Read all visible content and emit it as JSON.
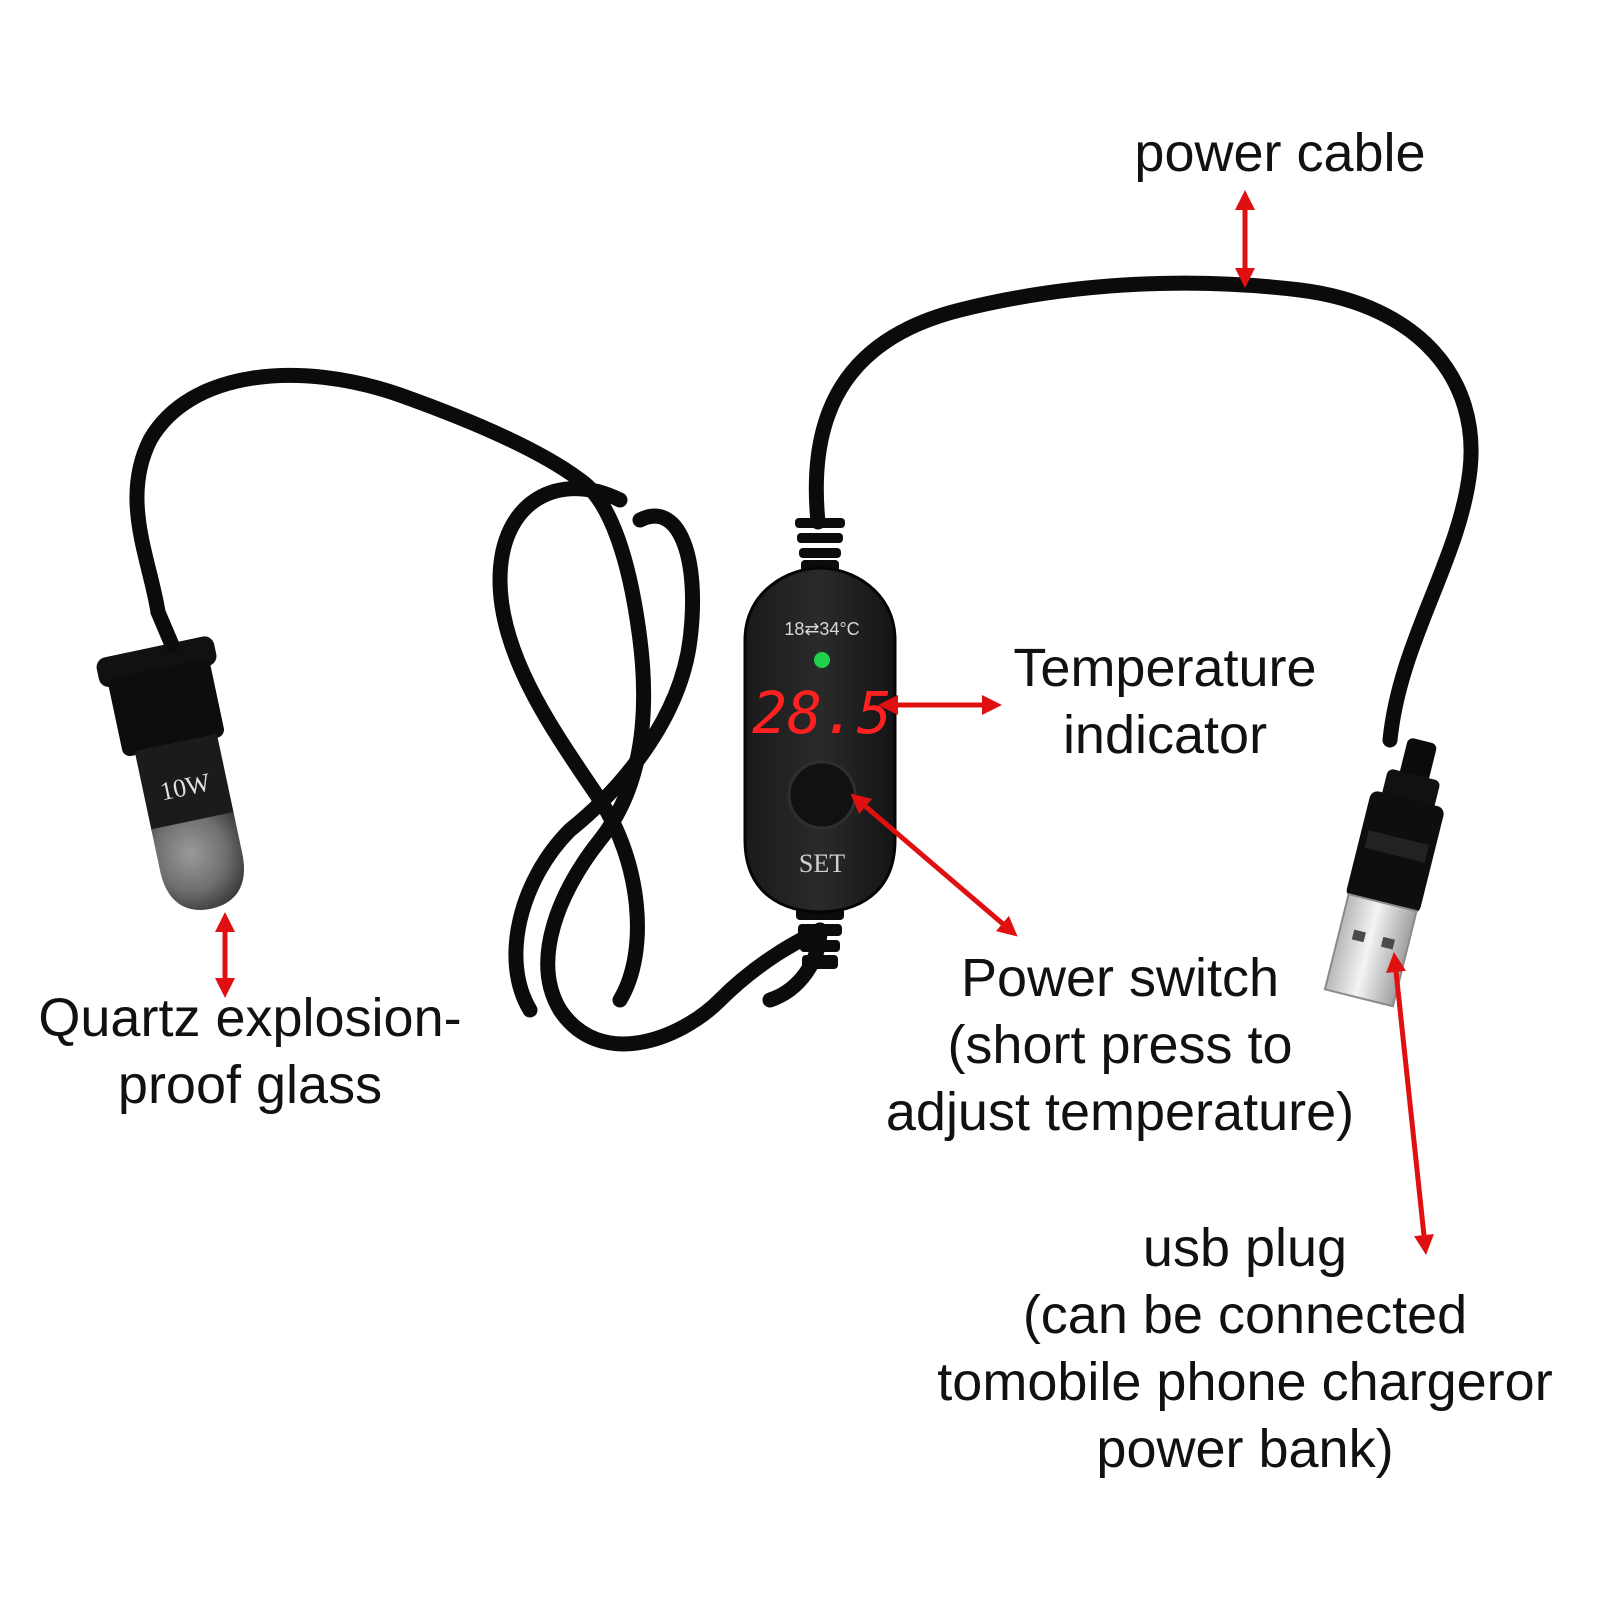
{
  "labels": {
    "power_cable": [
      "power cable"
    ],
    "temperature_indicator": [
      "Temperature",
      "indicator"
    ],
    "quartz_glass": [
      "Quartz explosion-",
      "proof glass"
    ],
    "power_switch": [
      "Power switch",
      "(short press to",
      "adjust temperature)"
    ],
    "usb_plug": [
      "usb plug",
      "(can be connected",
      "tomobile phone chargeror",
      "power bank)"
    ]
  },
  "device": {
    "range_text": "18⇄34°C",
    "display_value": "28.5",
    "button_label": "SET",
    "wattage": "10W"
  },
  "colors": {
    "arrow": "#e01010",
    "cable": "#0b0b0b",
    "display": "#ff2020",
    "led": "#1fd04a",
    "background": "#ffffff"
  },
  "icons": [
    "usb-plug-icon",
    "heater-bulb-icon",
    "controller-box"
  ]
}
